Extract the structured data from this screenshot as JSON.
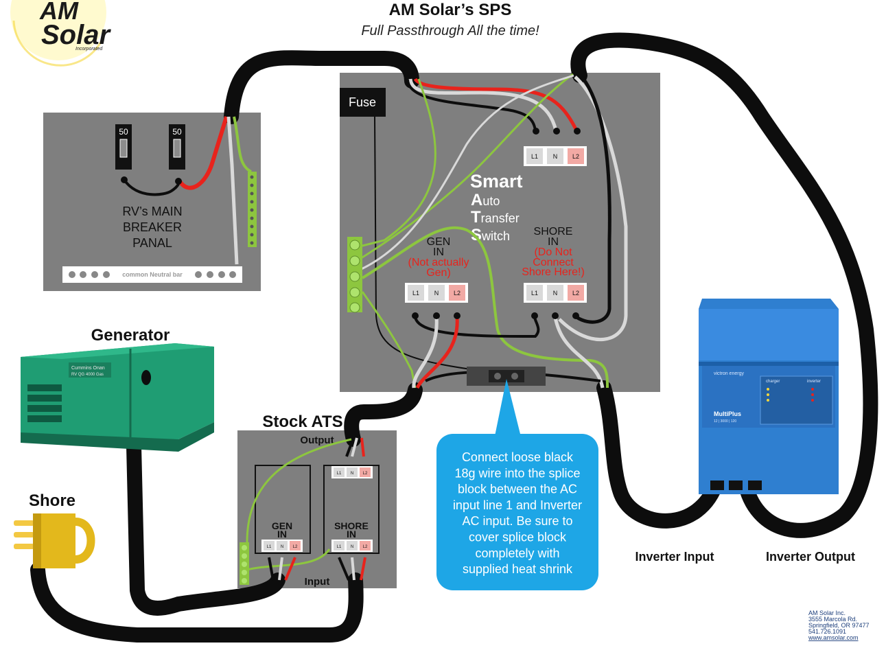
{
  "header": {
    "title": "AM Solar’s SPS",
    "subtitle": "Full Passthrough All the time!"
  },
  "logo": {
    "line1": "AM",
    "line2": "Solar",
    "tagline": "Incorporated"
  },
  "breaker_panel": {
    "breaker_left": "50",
    "breaker_right": "50",
    "label_line1": "RV’s MAIN",
    "label_line2": "BREAKER",
    "label_line3": "PANAL",
    "neutral_bar": "common Neutral bar"
  },
  "sps_box": {
    "fuse_label": "Fuse",
    "title_word": "Smart",
    "acronym": [
      {
        "letter": "A",
        "rest": "uto"
      },
      {
        "letter": "T",
        "rest": "ransfer"
      },
      {
        "letter": "S",
        "rest": "witch"
      }
    ],
    "output_terminals": [
      "L1",
      "N",
      "L2"
    ],
    "gen_label_line1": "GEN",
    "gen_label_line2": "IN",
    "gen_note_line1": "(Not actually",
    "gen_note_line2": "Gen)",
    "gen_terminals": [
      "L1",
      "N",
      "L2"
    ],
    "shore_label_line1": "SHORE",
    "shore_label_line2": "IN",
    "shore_note_line1": "(Do Not",
    "shore_note_line2": "Connect",
    "shore_note_line3": "Shore Here!)",
    "shore_terminals": [
      "L1",
      "N",
      "L2"
    ]
  },
  "generator": {
    "label": "Generator",
    "brand": "Cummins Onan",
    "model": "RV QG 4000 Gas"
  },
  "shore": {
    "label": "Shore"
  },
  "stock_ats": {
    "title": "Stock ATS",
    "output_label": "Output",
    "input_label": "Input",
    "output_terminals": [
      "L1",
      "N",
      "L2"
    ],
    "gen_label_line1": "GEN",
    "gen_label_line2": "IN",
    "gen_terminals": [
      "L1",
      "N",
      "L2"
    ],
    "shore_label_line1": "SHORE",
    "shore_label_line2": "IN",
    "shore_terminals": [
      "L1",
      "N",
      "L2"
    ]
  },
  "callout": {
    "lines": [
      "Connect loose black",
      "18g wire into the splice",
      "block between the AC",
      "input line 1 and Inverter",
      "AC input. Be sure to",
      "cover splice block",
      "completely with",
      "supplied heat shrink"
    ]
  },
  "inverter": {
    "brand": "victron energy",
    "model": "MultiPlus",
    "model_detail": "12 | 3000 | 120",
    "section_charger": "charger",
    "section_inverter": "inverter"
  },
  "inverter_labels": {
    "input": "Inverter Input",
    "output": "Inverter Output"
  },
  "footer": {
    "company": "AM Solar Inc.",
    "street": "3555 Marcola Rd.",
    "city": "Springfield, OR 97477",
    "phone": "541.726.1091",
    "web": "www.amsolar.com"
  },
  "colors": {
    "panel_gray": "#7f7f7f",
    "wire_black": "#0d0d0d",
    "wire_red": "#e8231c",
    "wire_white": "#d9d9d9",
    "wire_green": "#8dc63f",
    "generator_green": "#1f9d73",
    "shore_yellow": "#e3b81c",
    "callout_blue": "#1ea6e6",
    "inverter_blue": "#2f7fd0",
    "note_red": "#e8231c"
  }
}
